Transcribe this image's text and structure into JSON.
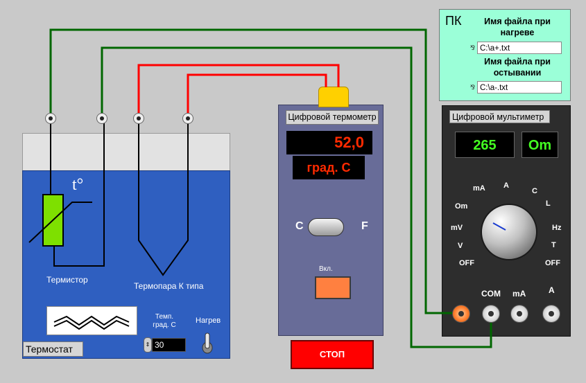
{
  "thermostat": {
    "label": "Термостат",
    "thermistor_label": "Термистор",
    "thermocouple_label": "Термопара К типа",
    "t_symbol": "t°",
    "temp_caption": "Темп. град. С",
    "temp_value": "30",
    "stepper_glyph": "⇕",
    "heat_label": "Нагрев",
    "colors": {
      "water": "#2f5fc0",
      "thermistor": "#7ee000"
    }
  },
  "thermometer": {
    "title": "Цифровой термометр",
    "value": "52,0",
    "unit": "град. С",
    "scale_c": "C",
    "scale_f": "F",
    "on_label": "Вкл.",
    "stop_label": "СТОП",
    "colors": {
      "display": "#ff2a00",
      "panel": "#686c98"
    }
  },
  "pc": {
    "label": "ПК",
    "heating_caption": "Имя файла при нагреве",
    "heating_file": "C:\\a+.txt",
    "cooling_caption": "Имя файла при остывании",
    "cooling_file": "C:\\a-.txt",
    "path_icon": "⅋"
  },
  "multimeter": {
    "title": "Цифровой мультиметр",
    "value": "265",
    "unit": "Om",
    "modes": {
      "off_left": "OFF",
      "v": "V",
      "mv": "mV",
      "om": "Om",
      "ma": "mA",
      "a": "A",
      "c": "C",
      "l": "L",
      "hz": "Hz",
      "t": "T",
      "off_right": "OFF"
    },
    "jacks": {
      "om": "",
      "com": "COM",
      "ma": "mA",
      "a": "A"
    },
    "colors": {
      "display": "#44ff22"
    }
  },
  "wire_colors": {
    "green": "#006600",
    "red": "#ff0000"
  }
}
